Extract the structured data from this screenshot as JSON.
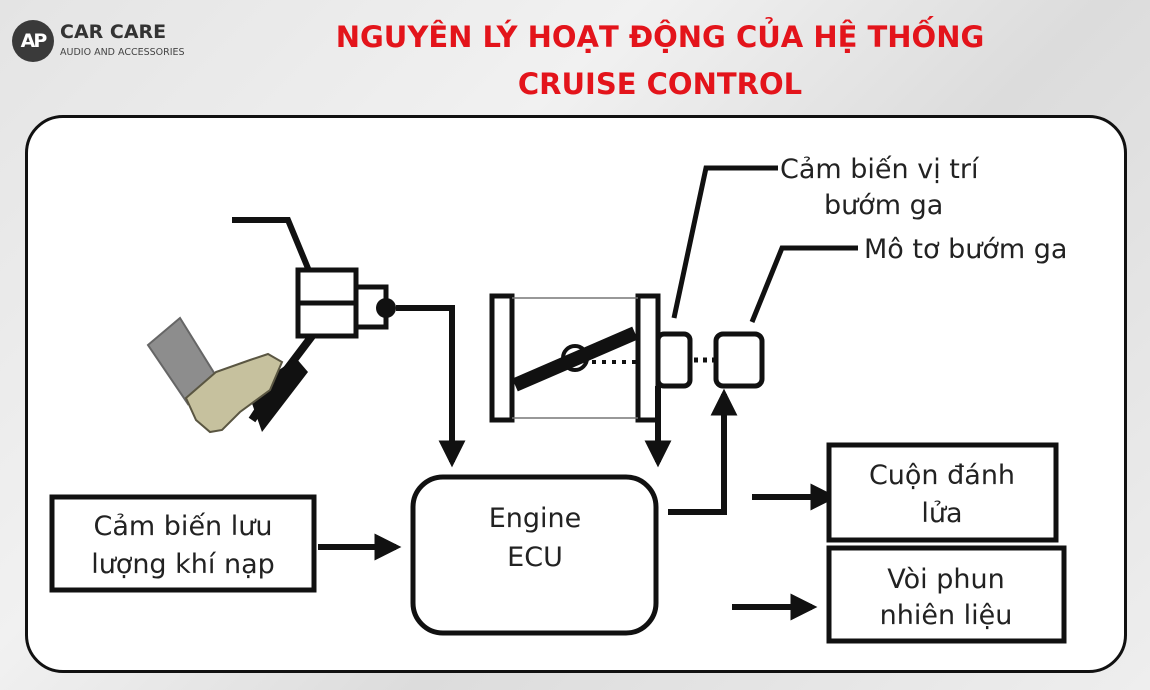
{
  "brand": {
    "badge": "AP",
    "name": "CAR CARE",
    "tagline": "AUDIO AND ACCESSORIES"
  },
  "title": {
    "line1": "NGUYÊN LÝ HOẠT ĐỘNG CỦA HỆ THỐNG",
    "line2": "CRUISE CONTROL"
  },
  "diagram": {
    "throttle_position_sensor": {
      "line1": "Cảm biến vị trí",
      "line2": "bướm ga"
    },
    "throttle_motor": {
      "line1": "Mô tơ bướm ga"
    },
    "engine_ecu": {
      "line1": "Engine",
      "line2": "ECU"
    },
    "air_flow_sensor": {
      "line1": "Cảm biến lưu",
      "line2": "lượng khí nạp"
    },
    "ignition_coil": {
      "line1": "Cuộn đánh",
      "line2": "lửa"
    },
    "fuel_injector": {
      "line1": "Vòi phun",
      "line2": "nhiên liệu"
    }
  }
}
